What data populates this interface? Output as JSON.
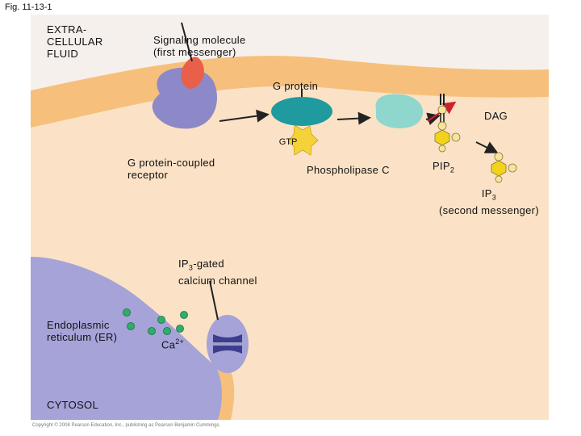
{
  "figure_label": "Fig. 11-13-1",
  "labels": {
    "extracellular": [
      "EXTRA-",
      "CELLULAR",
      "FLUID"
    ],
    "signaling_molecule": [
      "Signaling molecule",
      "(first messenger)"
    ],
    "g_protein": "G protein",
    "dag": "DAG",
    "gtp": "GTP",
    "gpcr": [
      "G protein-coupled",
      "receptor"
    ],
    "phospholipase_c": "Phospholipase C",
    "pip2": {
      "text": "PIP",
      "sub": "2"
    },
    "ip3": {
      "text": "IP",
      "sub": "3",
      "caption": "(second messenger)"
    },
    "ip3_channel": {
      "text": "IP",
      "sub": "3",
      "rest": "-gated",
      "line2": "calcium channel"
    },
    "er": [
      "Endoplasmic",
      "reticulum (ER)"
    ],
    "calcium": {
      "text": "Ca",
      "sup": "2+"
    },
    "cytosol": "CYTOSOL"
  },
  "copyright": "Copyright © 2008 Pearson Education, Inc., publishing as Pearson Benjamin Cummings.",
  "colors": {
    "extracellular": "#f6f0ec",
    "cytosol": "#fbe2c6",
    "membrane": "#f6c07c",
    "receptor": "#8d89c8",
    "signal_molecule": "#e8604a",
    "g_protein": "#1f9a9e",
    "phospholipase": "#8fd6cc",
    "gtp_star": "#f5d23a",
    "pip_hexagon": "#f2d21c",
    "er": "#a5a3d8",
    "calcium_ion": "#2fae6a",
    "arrow": "#222222",
    "enzyme_arrow": "#d0202c"
  }
}
